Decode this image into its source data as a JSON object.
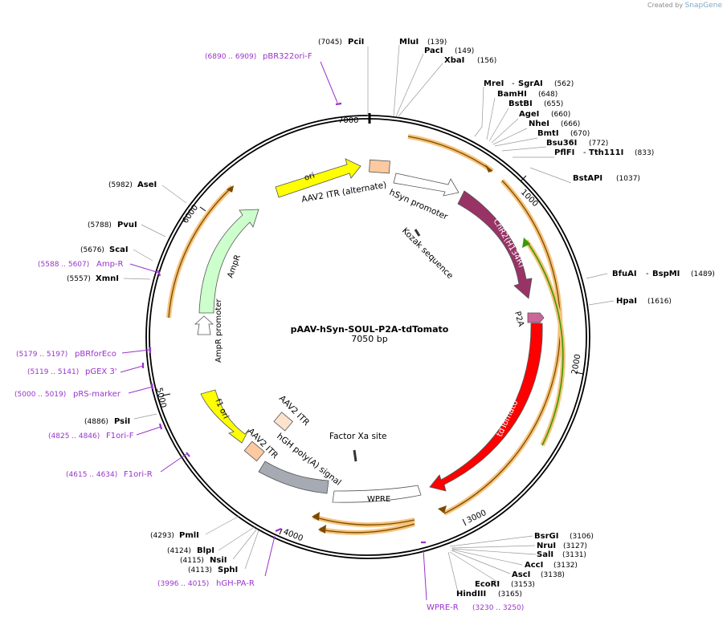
{
  "watermark": {
    "prefix": "Created by",
    "brand": "SnapGene"
  },
  "plasmid": {
    "name": "pAAV-hSyn-SOUL-P2A-tdTomato",
    "size_label": "7050 bp",
    "length": 7050
  },
  "ticks": [
    {
      "pos": 1000,
      "label": "1000"
    },
    {
      "pos": 2000,
      "label": "2000"
    },
    {
      "pos": 3000,
      "label": "3000"
    },
    {
      "pos": 4000,
      "label": "4000"
    },
    {
      "pos": 5000,
      "label": "5000"
    },
    {
      "pos": 6000,
      "label": "6000"
    },
    {
      "pos": 7000,
      "label": "7000"
    }
  ],
  "enzymes": [
    {
      "name": "PciI",
      "pos": "(7045)"
    },
    {
      "name": "MluI",
      "pos": "(139)"
    },
    {
      "name": "PacI",
      "pos": "(149)"
    },
    {
      "name": "XbaI",
      "pos": "(156)"
    },
    {
      "name": "MreI",
      "extra": "SgrAI",
      "pos": "(562)"
    },
    {
      "name": "BamHI",
      "pos": "(648)"
    },
    {
      "name": "BstBI",
      "pos": "(655)"
    },
    {
      "name": "AgeI",
      "pos": "(660)"
    },
    {
      "name": "NheI",
      "pos": "(666)"
    },
    {
      "name": "BmtI",
      "pos": "(670)"
    },
    {
      "name": "Bsu36I",
      "pos": "(772)"
    },
    {
      "name": "PflFI",
      "extra": "Tth111I",
      "pos": "(833)"
    },
    {
      "name": "BstAPI",
      "pos": "(1037)"
    },
    {
      "name": "BfuAI",
      "extra": "BspMI",
      "pos": "(1489)"
    },
    {
      "name": "HpaI",
      "pos": "(1616)"
    },
    {
      "name": "BsrGI",
      "pos": "(3106)"
    },
    {
      "name": "NruI",
      "pos": "(3127)"
    },
    {
      "name": "SalI",
      "pos": "(3131)"
    },
    {
      "name": "AccI",
      "pos": "(3132)"
    },
    {
      "name": "AscI",
      "pos": "(3138)"
    },
    {
      "name": "EcoRI",
      "pos": "(3153)"
    },
    {
      "name": "HindIII",
      "pos": "(3165)"
    },
    {
      "name": "PmlI",
      "pos": "(4293)"
    },
    {
      "name": "BlpI",
      "pos": "(4124)"
    },
    {
      "name": "NsiI",
      "pos": "(4115)"
    },
    {
      "name": "SphI",
      "pos": "(4113)"
    },
    {
      "name": "PsiI",
      "pos": "(4886)"
    },
    {
      "name": "XmnI",
      "pos": "(5557)"
    },
    {
      "name": "ScaI",
      "pos": "(5676)"
    },
    {
      "name": "PvuI",
      "pos": "(5788)"
    },
    {
      "name": "AseI",
      "pos": "(5982)"
    }
  ],
  "primers": [
    {
      "name": "pBR322ori-F",
      "range": "(6890 .. 6909)"
    },
    {
      "name": "Amp-R",
      "range": "(5588 .. 5607)"
    },
    {
      "name": "pBRforEco",
      "range": "(5179 .. 5197)"
    },
    {
      "name": "pGEX 3'",
      "range": "(5119 .. 5141)"
    },
    {
      "name": "pRS-marker",
      "range": "(5000 .. 5019)"
    },
    {
      "name": "F1ori-F",
      "range": "(4825 .. 4846)"
    },
    {
      "name": "F1ori-R",
      "range": "(4615 .. 4634)"
    },
    {
      "name": "hGH-PA-R",
      "range": "(3996 .. 4015)"
    },
    {
      "name": "WPRE-R",
      "range": "(3230 .. 3250)"
    }
  ],
  "features": [
    {
      "name": "ori",
      "color": "#ffff00"
    },
    {
      "name": "AAV2 ITR (alternate)",
      "color": "#fcc9a0"
    },
    {
      "name": "hSyn promoter",
      "color": "#ffffff"
    },
    {
      "name": "Kozak sequence",
      "color": "#ffffff"
    },
    {
      "name": "ChR2(H134R)",
      "color": "#993366"
    },
    {
      "name": "P2A",
      "color": "#cc6699"
    },
    {
      "name": "tdTomato",
      "color": "#ff0000"
    },
    {
      "name": "WPRE",
      "color": "#ffffff"
    },
    {
      "name": "Factor Xa site",
      "color": "#ffffff"
    },
    {
      "name": "hGH poly(A) signal",
      "color": "#a6aab2"
    },
    {
      "name": "AAV2 ITR",
      "color": "#fcc9a0"
    },
    {
      "name": "AAV2 ITR",
      "color": "#fde2cc"
    },
    {
      "name": "f1 ori",
      "color": "#ffff00"
    },
    {
      "name": "AmpR promoter",
      "color": "#ffffff"
    },
    {
      "name": "AmpR",
      "color": "#ccffcc"
    }
  ]
}
